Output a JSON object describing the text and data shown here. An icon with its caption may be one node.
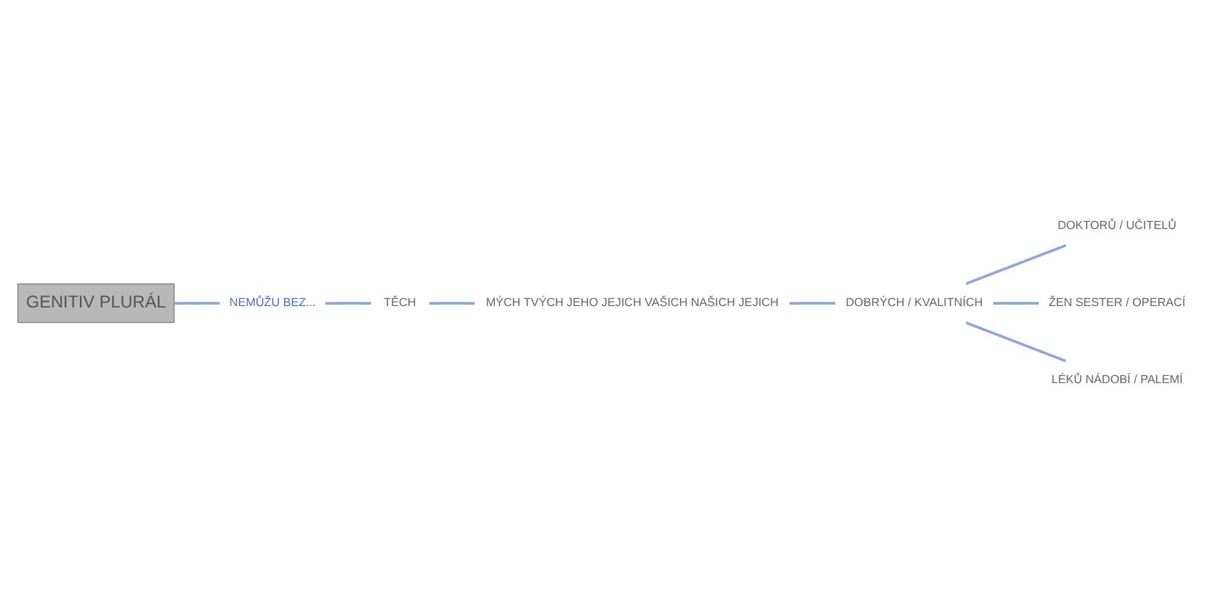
{
  "diagram": {
    "nodes": [
      {
        "text": [
          "GENITIV PLURÁL"
        ]
      },
      {
        "text": [
          "NEMŮŽU BEZ..."
        ]
      },
      {
        "text": [
          "TĚCH"
        ]
      },
      {
        "text": [
          "MÝCH TVÝCH JEHO JEJICH VAŠICH NAŠICH JEJICH"
        ]
      },
      {
        "text": [
          "DOBRÝCH / KVALITNÍCH"
        ]
      },
      {
        "text": [
          "DOKTORŮ / UČITELŮ"
        ]
      },
      {
        "text": [
          "ŽEN SESTER / OPERACÍ"
        ]
      },
      {
        "text": [
          "LÉKŮ NÁDOBÍ / PALEMÍ"
        ]
      }
    ],
    "edges": [
      {
        "from": 0,
        "to": 1,
        "arrow": "none"
      },
      {
        "from": 1,
        "to": 2,
        "arrow": "none"
      },
      {
        "from": 2,
        "to": 3,
        "arrow": "none"
      },
      {
        "from": 3,
        "to": 4,
        "arrow": "none"
      },
      {
        "from": 4,
        "to": 5,
        "arrow": "none"
      },
      {
        "from": 4,
        "to": 6,
        "arrow": "none"
      },
      {
        "from": 4,
        "to": 7,
        "arrow": "none"
      }
    ]
  }
}
